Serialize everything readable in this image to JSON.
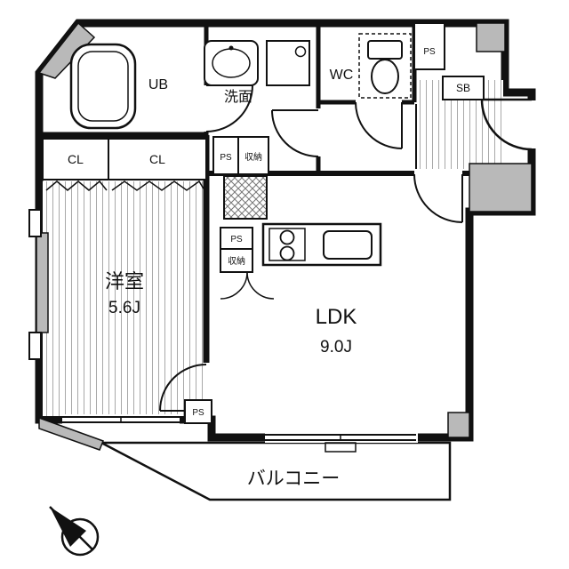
{
  "colors": {
    "wall": "#111111",
    "pillar": "#b9b9b9",
    "floor_hatch_line": "#a8a8a8",
    "background": "#ffffff"
  },
  "rooms": {
    "ub": {
      "label": "UB"
    },
    "washroom": {
      "label": "洗面"
    },
    "wc": {
      "label": "WC"
    },
    "closet_left": {
      "label": "CL"
    },
    "closet_right": {
      "label": "CL"
    },
    "western_room": {
      "label": "洋室",
      "size": "5.6J"
    },
    "ldk": {
      "label": "LDK",
      "size": "9.0J"
    },
    "balcony": {
      "label": "バルコニー"
    }
  },
  "small_labels": {
    "ps_entrance": "PS",
    "shoe_box": "SB",
    "ps_washroom": "PS",
    "storage_washroom": "収納",
    "ps_kitchen": "PS",
    "storage_kitchen": "収納",
    "ps_bedroom": "PS"
  },
  "icons": {
    "bathtub": "bathtub-icon",
    "washbasin": "washbasin-icon",
    "washing_machine_pan": "washing-machine-pan-icon",
    "toilet": "toilet-icon",
    "stove": "stove-icon",
    "kitchen_sink": "kitchen-sink-icon",
    "compass": "compass-north-icon"
  }
}
